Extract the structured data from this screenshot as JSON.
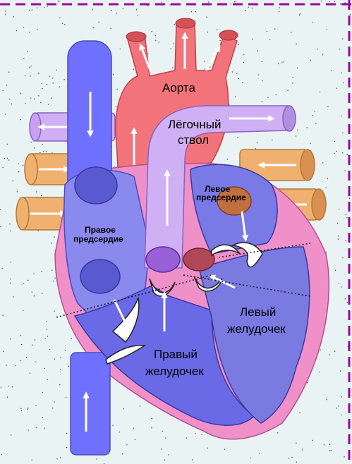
{
  "labels": {
    "aorta": "Аорта",
    "pulmonary_trunk_line1": "Лёгочный",
    "pulmonary_trunk_line2": "ствол",
    "left_atrium_line1": "Левое",
    "left_atrium_line2": "предсердие",
    "right_atrium_line1": "Правое",
    "right_atrium_line2": "предсердие",
    "left_ventricle_line1": "Левый",
    "left_ventricle_line2": "желудочек",
    "right_ventricle_line1": "Правый",
    "right_ventricle_line2": "желудочек"
  },
  "colors": {
    "border_dash": "#a000a0",
    "background": "#eaf3f3",
    "vena_cava": "#7070ff",
    "aorta": "#f2747a",
    "pulmonary": "#c8a0f0",
    "pulmonary_veins": "#f0b070",
    "myocardium": "#f090c8",
    "right_chambers": "#6a6ae6",
    "left_chambers": "#7a7ae0",
    "valve": "#ffffff",
    "arrow": "#ffffff"
  }
}
